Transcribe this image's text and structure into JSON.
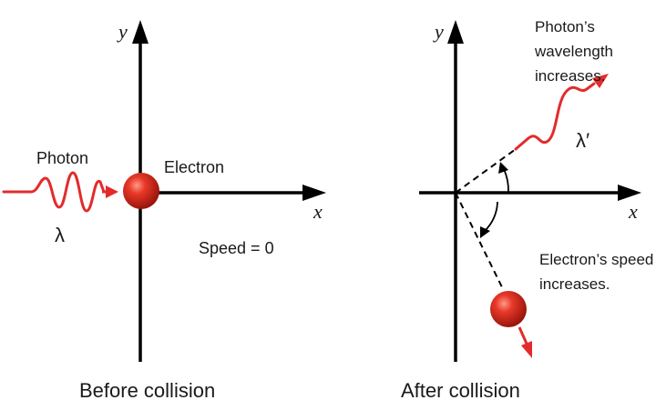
{
  "before": {
    "y_label": "y",
    "x_label": "x",
    "photon_label": "Photon",
    "lambda_label": "λ",
    "electron_label": "Electron",
    "speed_label": "Speed = 0",
    "caption": "Before collision"
  },
  "after": {
    "y_label": "y",
    "x_label": "x",
    "photon_note": [
      "Photon’s",
      "wavelength",
      "increases."
    ],
    "lambda_prime_label": "λ′",
    "electron_note": [
      "Electron’s speed",
      "increases."
    ],
    "caption": "After collision"
  },
  "colors": {
    "axis": "#000000",
    "photon": "#e32b2b",
    "electron_core": "#d42a1e",
    "electron_highlight": "#ff8f7a",
    "electron_edge": "#8e1208"
  }
}
